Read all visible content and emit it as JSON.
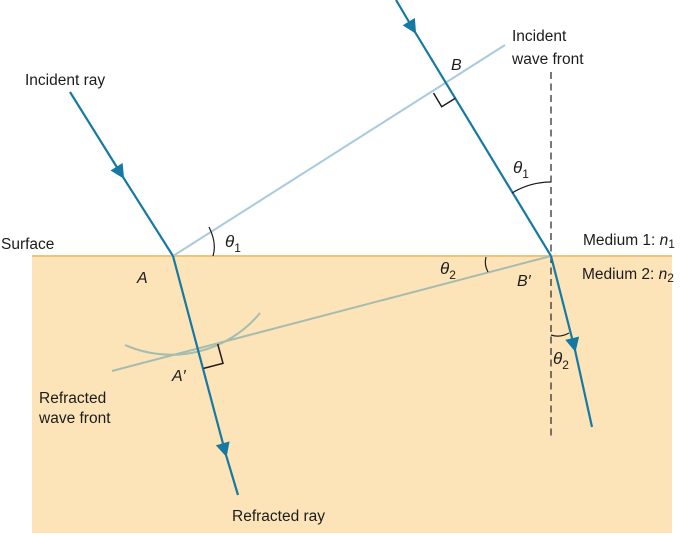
{
  "figure": {
    "type": "physics-diagram",
    "subject": "Refraction of a plane wave front at a surface between two media (Huygens construction)",
    "colors": {
      "ray": "#1579a3",
      "incident_wavefront": "#a9cade",
      "refracted_wavefront": "#a6bcae",
      "medium2_fill": "#fce4b8",
      "surface_line": "#ecc47c",
      "normal_line": "#333333",
      "annotation": "#1c1c1c"
    },
    "labels": {
      "incident_ray": "Incident ray",
      "incident_wavefront": {
        "line1": "Incident",
        "line2": "wave front"
      },
      "surface": "Surface",
      "medium1": {
        "prefix": "Medium 1: ",
        "symbol": "n",
        "subscript": "1"
      },
      "medium2": {
        "prefix": "Medium 2: ",
        "symbol": "n",
        "subscript": "2"
      },
      "refracted_wavefront": {
        "line1": "Refracted",
        "line2": "wave front"
      },
      "refracted_ray": "Refracted ray"
    },
    "points": {
      "a": "A",
      "b": "B",
      "a_prime": "A′",
      "b_prime": "B′"
    },
    "angles": {
      "theta1": {
        "symbol": "θ",
        "subscript": "1"
      },
      "theta2": {
        "symbol": "θ",
        "subscript": "2"
      }
    }
  }
}
